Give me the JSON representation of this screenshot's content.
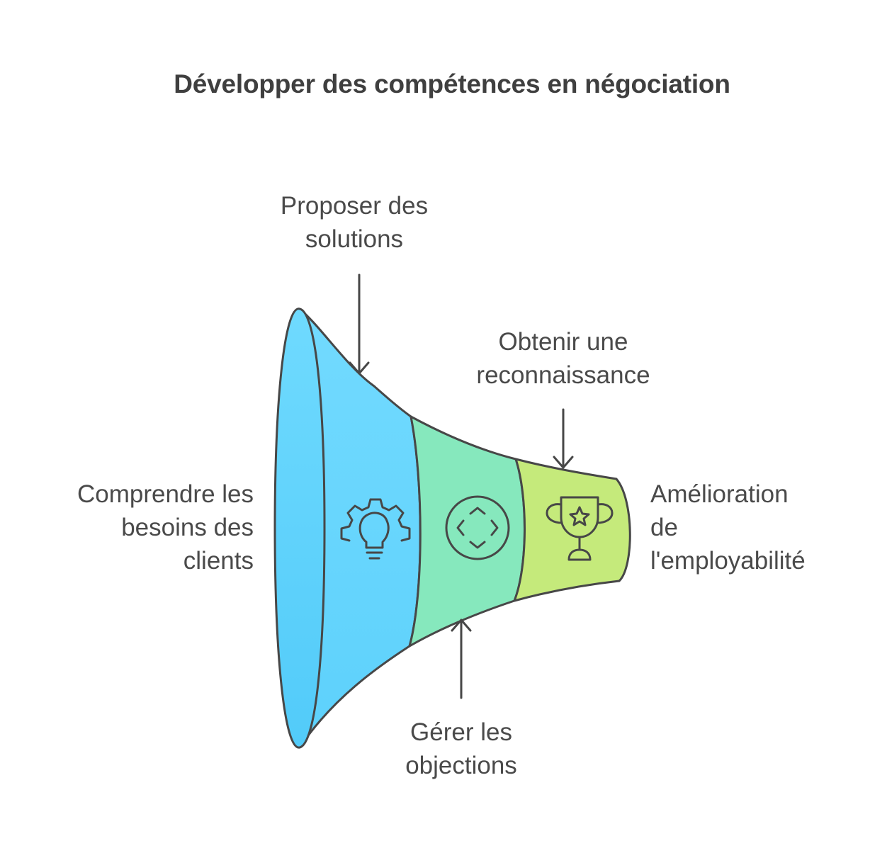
{
  "title": "Développer des compétences en négociation",
  "stages": [
    {
      "id": "stage-1",
      "label": "Comprendre les besoins des clients",
      "color": "#62d1fb",
      "icon": "none"
    },
    {
      "id": "stage-2",
      "label": "Proposer des solutions",
      "color": "#6cd8fd",
      "icon": "lightbulb-gear-icon"
    },
    {
      "id": "stage-3",
      "label": "Gérer les objections",
      "color": "#86e8bd",
      "icon": "circle-arrows-icon"
    },
    {
      "id": "stage-4",
      "label": "Obtenir une reconnaissance",
      "color": "#c5ea7b",
      "icon": "trophy-star-icon"
    }
  ],
  "outcome": "Amélioration de l'employabilité",
  "labels": {
    "left": "Comprendre les\nbesoins des\nclients",
    "top": "Proposer des\nsolutions",
    "reco": "Obtenir une\nreconnaissance",
    "bottom": "Gérer les\nobjections",
    "right": "Amélioration\nde\nl'employabilité"
  },
  "colors": {
    "stroke": "#474747",
    "text": "#4a4a4a"
  }
}
